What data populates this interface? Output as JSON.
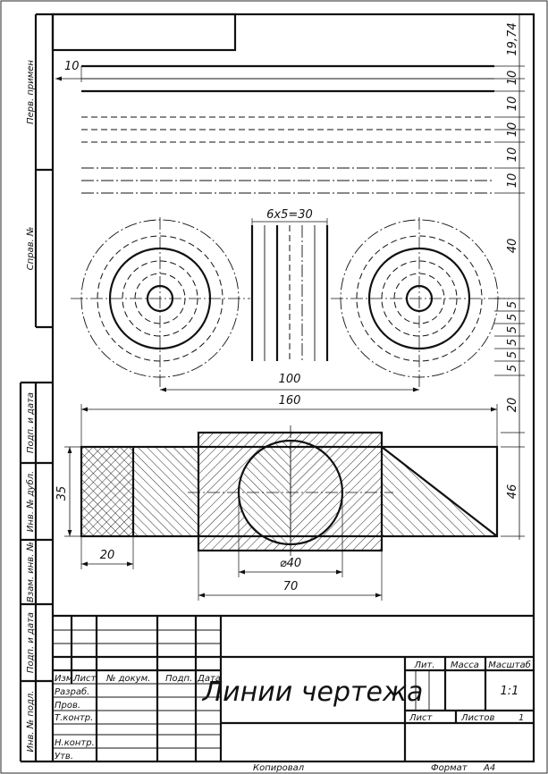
{
  "line_samples": {
    "offset_label": "10"
  },
  "right_dims": {
    "d1": "19,74",
    "d2": "10",
    "d3": "10",
    "d4": "10",
    "d5": "10",
    "d6": "10",
    "d7": "40",
    "d8": "5",
    "d9": "5",
    "d10": "5",
    "d11": "5",
    "d12": "5",
    "d13": "5",
    "d14": "20",
    "d15": "46"
  },
  "circles_dims": {
    "spacing": "6x5=30",
    "dist_100": "100",
    "dist_160": "160"
  },
  "section_dims": {
    "height_35": "35",
    "width_20": "20",
    "diam_40": "⌀40",
    "width_70": "70"
  },
  "left_strip": {
    "perv_primen": "Перв. примен",
    "sprav_no": "Справ. №",
    "podp_data_1": "Подп. и дата",
    "inv_dubl": "Инв. № дубл.",
    "vzam_inv": "Взам. инв. №",
    "podp_data_2": "Подп. и дата",
    "inv_podl": "Инв. № подл."
  },
  "title_block": {
    "col_izm": "Изм.",
    "col_list": "Лист",
    "col_dokum": "№ докум.",
    "col_podp": "Подп.",
    "col_data": "Дата",
    "razrab": "Разраб.",
    "prov": "Пров.",
    "tkontr": "Т.контр.",
    "nkontr": "Н.контр.",
    "utv": "Утв.",
    "title": "Линии чертежа",
    "lit": "Лит.",
    "massa": "Масса",
    "masshtab": "Масштаб",
    "scale_value": "1:1",
    "list": "Лист",
    "listov": "Листов",
    "listov_value": "1"
  },
  "footer": {
    "kopiroval": "Копировал",
    "format": "Формат",
    "format_value": "А4"
  }
}
